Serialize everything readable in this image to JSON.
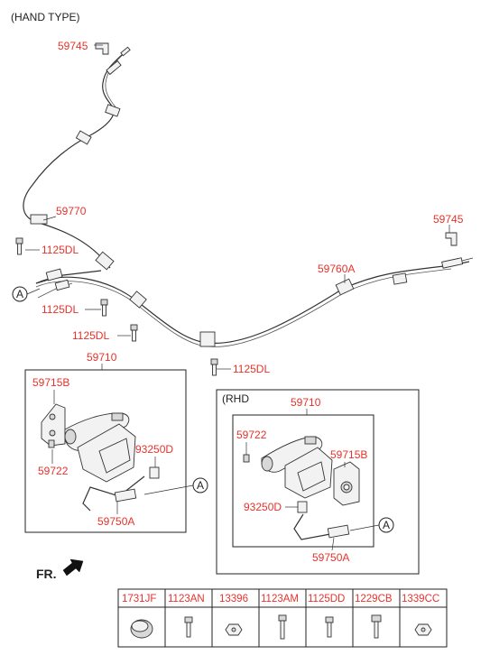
{
  "header": {
    "title": "(HAND TYPE)"
  },
  "labels": {
    "p59745_top": "59745",
    "p59770": "59770",
    "p1125DL_a": "1125DL",
    "p59745_right": "59745",
    "p59760A": "59760A",
    "pA_left": "A",
    "p1125DL_b": "1125DL",
    "p1125DL_c": "1125DL",
    "p1125DL_d": "1125DL",
    "p59710_left": "59710",
    "p59715B_left": "59715B",
    "p93250D_left": "93250D",
    "p59722_left": "59722",
    "pA_leftbox": "A",
    "p59750A_left": "59750A",
    "rhd": "(RHD",
    "p59710_right": "59710",
    "p59722_right": "59722",
    "p59715B_right": "59715B",
    "p93250D_right": "93250D",
    "pA_rightbox": "A",
    "p59750A_right": "59750A"
  },
  "fr": "FR.",
  "table": {
    "headers": [
      "1731JF",
      "1123AN",
      "13396",
      "1123AM",
      "1125DD",
      "1229CB",
      "1339CC"
    ],
    "icons": [
      "plug-cap-icon",
      "bolt-icon",
      "nut-icon",
      "bolt-icon",
      "bolt-icon",
      "bolt-icon",
      "nut-icon"
    ]
  },
  "colors": {
    "label": "#e8322c",
    "line": "#333333"
  }
}
